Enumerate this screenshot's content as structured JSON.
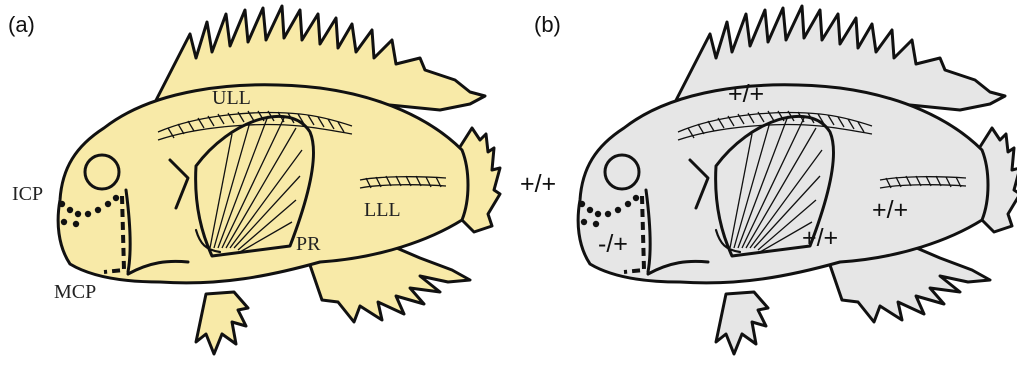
{
  "panels": [
    {
      "id": "a",
      "label": "(a)",
      "fill": "#f8eaa8",
      "annotations": {
        "ull": "ULL",
        "icp": "ICP",
        "mcp": "MCP",
        "pr": "PR",
        "lll": "LLL"
      }
    },
    {
      "id": "b",
      "label": "(b)",
      "fill": "#e6e6e6",
      "annotations": {
        "dorsal": "+/+",
        "snout": "+/+",
        "cheek": "-/+",
        "mid": "+/+",
        "rear": "+/+"
      }
    }
  ],
  "colors": {
    "outline": "#111111",
    "panel_a_body": "#f8eaa8",
    "panel_b_body": "#e6e6e6"
  }
}
